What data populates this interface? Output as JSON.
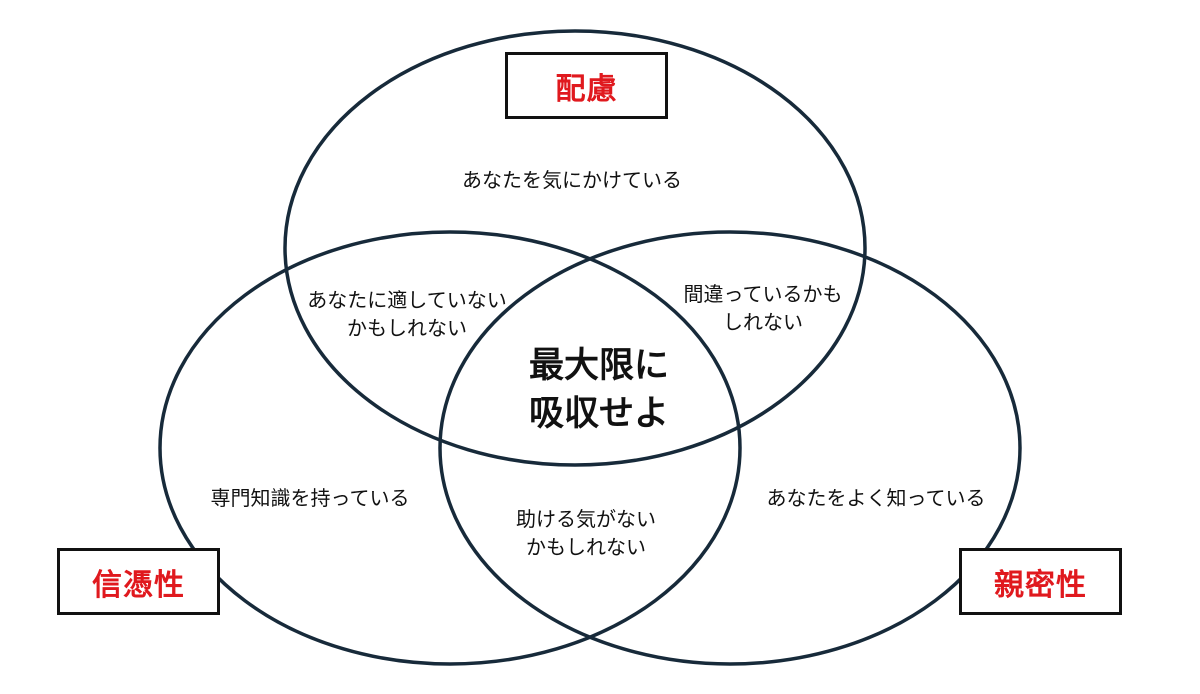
{
  "colors": {
    "circle_stroke": "#172a3a",
    "label_text": "#e0191e",
    "body_text": "#111111",
    "box_border": "#111111"
  },
  "labels": {
    "top": "配慮",
    "left": "信憑性",
    "right": "親密性"
  },
  "regions": {
    "top_only": [
      "あなたを気にかけている"
    ],
    "left_only": [
      "専門知識を持っている"
    ],
    "right_only": [
      "あなたをよく知っている"
    ],
    "top_left": [
      "あなたに適していない",
      "かもしれない"
    ],
    "top_right": [
      "間違っているかも",
      "しれない"
    ],
    "left_right": [
      "助ける気がない",
      "かもしれない"
    ],
    "center": [
      "最大限に",
      "吸収せよ"
    ]
  }
}
